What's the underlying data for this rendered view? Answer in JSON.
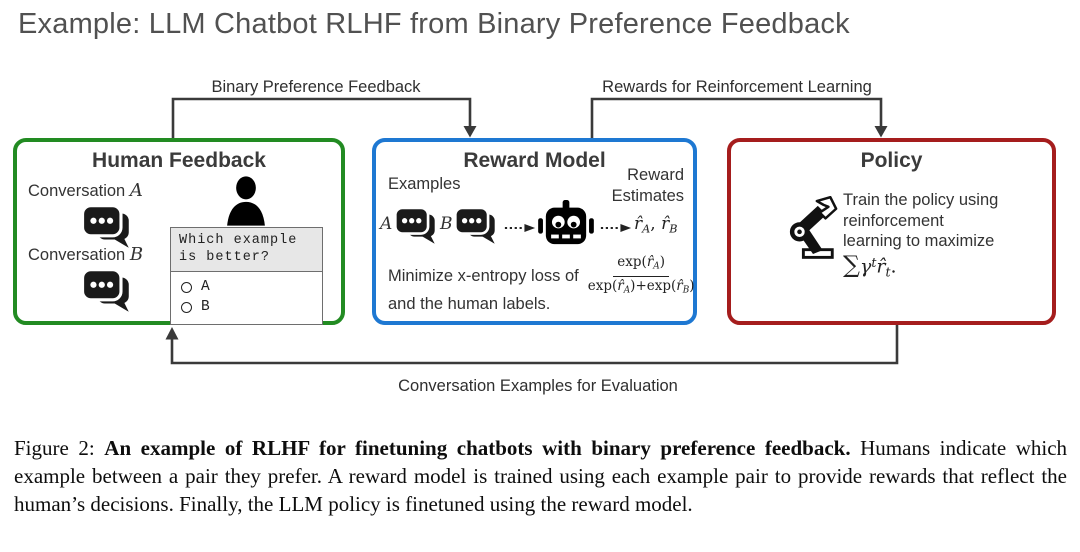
{
  "title": "Example: LLM Chatbot RLHF from Binary Preference Feedback",
  "arrows": {
    "binary_preference": "Binary Preference Feedback",
    "rewards_rl": "Rewards for Reinforcement Learning",
    "conversation_eval": "Conversation Examples for Evaluation"
  },
  "boxes": {
    "human_feedback": {
      "heading": "Human Feedback",
      "conversation_label": "Conversation",
      "survey": {
        "question_line1": "Which example",
        "question_line2": "is better?",
        "option_a": "A",
        "option_b": "B"
      }
    },
    "reward_model": {
      "heading": "Reward Model",
      "examples_label": "Examples",
      "estimates_label_line1": "Reward",
      "estimates_label_line2": "Estimates",
      "loss_prefix": "Minimize x-entropy loss of",
      "loss_suffix": "and the human labels."
    },
    "policy": {
      "heading": "Policy",
      "line1": "Train the policy using",
      "line2": "reinforcement",
      "line3": "learning to maximize"
    }
  },
  "math": {
    "A": "A",
    "B": "B",
    "rhat": "r̂",
    "exp_open": "exp(",
    "paren_close": ")",
    "plus": "+",
    "comma": ", ",
    "sum": "∑",
    "gamma": "γ",
    "t": "t",
    "period": "."
  },
  "icons": {
    "chat": "chat-bubble-icon",
    "person": "person-icon",
    "robot": "robot-icon",
    "robot_arm": "robot-arm-icon",
    "dotted_arrow": "dotted-arrow-icon",
    "radio": "radio-icon"
  },
  "caption": {
    "label": "Figure 2:",
    "bold": "An example of RLHF for finetuning chatbots with binary preference feedback.",
    "body": "Humans indicate which example between a pair they prefer. A reward model is trained using each example pair to provide rewards that reflect the human’s decisions. Finally, the LLM policy is finetuned using the reward model."
  },
  "colors": {
    "human_feedback_border": "#228B22",
    "reward_model_border": "#1E78D2",
    "policy_border": "#A51D1D",
    "arrow": "#3a3a3a"
  }
}
